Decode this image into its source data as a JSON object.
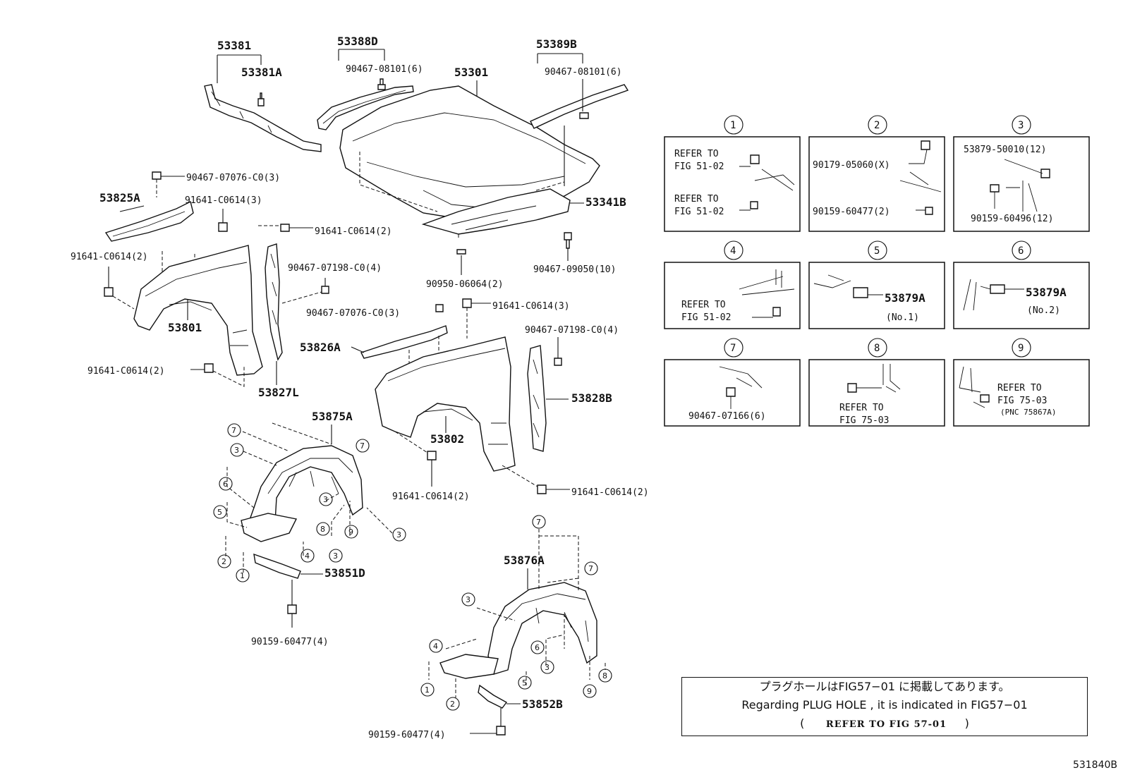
{
  "callouts": {
    "p53381": "53381",
    "p53381A": "53381A",
    "p53388D": "53388D",
    "p53389B": "53389B",
    "p53301": "53301",
    "c90467_08101_l": "90467-08101(6)",
    "c90467_08101_r": "90467-08101(6)",
    "c90467_07076_top": "90467-07076-C0(3)",
    "p53825A": "53825A",
    "c91641_c0614_3a": "91641-C0614(3)",
    "c91641_c0614_2a": "91641-C0614(2)",
    "c91641_c0614_2b": "91641-C0614(2)",
    "p53341B": "53341B",
    "c90467_07198_l": "90467-07198-C0(4)",
    "c90950_06064": "90950-06064(2)",
    "c90467_09050": "90467-09050(10)",
    "p53801": "53801",
    "c90467_07076_mid": "90467-07076-C0(3)",
    "c91641_c0614_3b": "91641-C0614(3)",
    "c90467_07198_r": "90467-07198-C0(4)",
    "p53826A": "53826A",
    "c91641_c0614_2c": "91641-C0614(2)",
    "p53827L": "53827L",
    "p53828B": "53828B",
    "p53875A": "53875A",
    "p53802": "53802",
    "c91641_c0614_2d": "91641-C0614(2)",
    "c91641_c0614_2e": "91641-C0614(2)",
    "p53851D": "53851D",
    "c90159_60477_l": "90159-60477(4)",
    "p53876A": "53876A",
    "p53852B": "53852B",
    "c90159_60477_r": "90159-60477(4)"
  },
  "detail_boxes": {
    "d1": {
      "num": "1",
      "refer_top": "REFER TO",
      "fig_top": "FIG 51-02",
      "refer_bot": "REFER TO",
      "fig_bot": "FIG 51-02"
    },
    "d2": {
      "num": "2",
      "part_a": "90179-05060(X)",
      "part_b": "90159-60477(2)"
    },
    "d3": {
      "num": "3",
      "part_a": "53879-50010(12)",
      "part_b": "90159-60496(12)"
    },
    "d4": {
      "num": "4",
      "refer": "REFER TO",
      "fig": "FIG 51-02"
    },
    "d5": {
      "num": "5",
      "part": "53879A",
      "note": "(No.1)"
    },
    "d6": {
      "num": "6",
      "part": "53879A",
      "note": "(No.2)"
    },
    "d7": {
      "num": "7",
      "part": "90467-07166(6)"
    },
    "d8": {
      "num": "8",
      "refer": "REFER TO",
      "fig": "FIG 75-03"
    },
    "d9": {
      "num": "9",
      "refer": "REFER TO",
      "fig": "FIG 75-03",
      "pnc": "(PNC 75867A)"
    }
  },
  "plug_note": {
    "japanese": "プラグホールはFIG57−01 に掲載してあります。",
    "english": "Regarding  PLUG HOLE , it is indicated in FIG57−01",
    "ref_open": "(",
    "ref_text": "REFER TO FIG 57-01",
    "ref_close": ")"
  },
  "diagram_code": "531840B",
  "colors": {
    "ink": "#111111",
    "background": "#ffffff"
  }
}
